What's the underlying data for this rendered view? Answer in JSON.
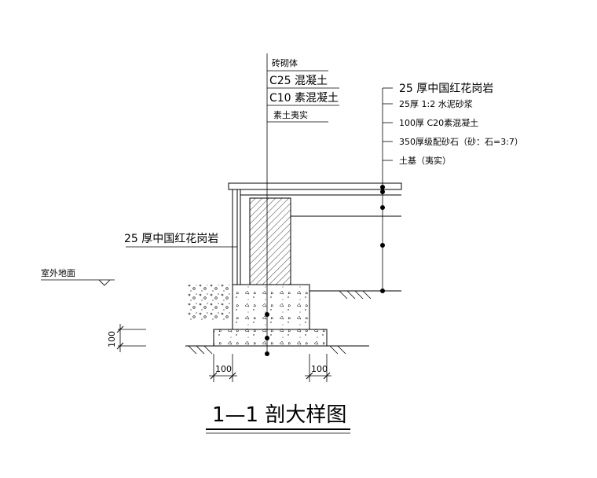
{
  "title": "1—1 剖大样图",
  "left_callouts": [
    "砖砌体",
    "C25 混凝土",
    "C10 素混凝土",
    "素土夷实"
  ],
  "right_callouts": [
    "25 厚中国红花岗岩",
    "25厚 1:2 水泥砂浆",
    "100厚 C20素混凝土",
    "350厚级配砂石（砂：石=3:7）",
    "土基（夷实）"
  ],
  "side_label": "25 厚中国红花岗岩",
  "ground_label": "室外地面",
  "dimensions": {
    "vertical": "100",
    "bottom_left": "100",
    "bottom_right": "100"
  }
}
